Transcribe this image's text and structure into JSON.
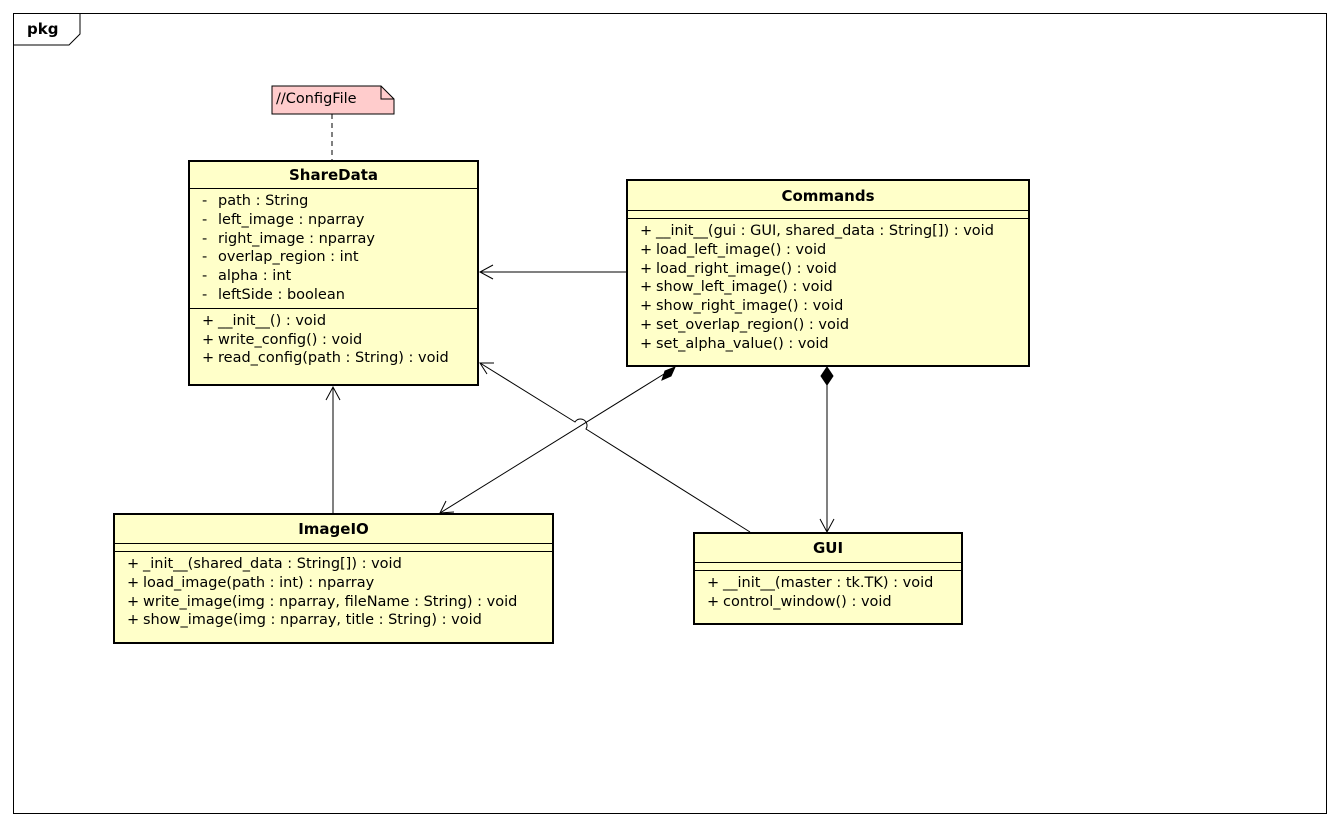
{
  "frame": {
    "label": "pkg"
  },
  "note": {
    "text": "//ConfigFile",
    "fill": "#ffcccc"
  },
  "colors": {
    "class_fill": "#ffffc9",
    "note_fill": "#ffcccc",
    "line": "#000000"
  },
  "classes": {
    "sharedata": {
      "name": "ShareData",
      "attributes": [
        {
          "vis": "-",
          "text": "path : String"
        },
        {
          "vis": "-",
          "text": "left_image : nparray"
        },
        {
          "vis": "-",
          "text": "right_image : nparray"
        },
        {
          "vis": "-",
          "text": "overlap_region : int"
        },
        {
          "vis": "-",
          "text": "alpha : int"
        },
        {
          "vis": "-",
          "text": "leftSide : boolean"
        }
      ],
      "operations": [
        {
          "vis": "+",
          "text": "__init__() : void"
        },
        {
          "vis": "+",
          "text": "write_config() : void"
        },
        {
          "vis": "+",
          "text": "read_config(path : String) : void"
        }
      ]
    },
    "commands": {
      "name": "Commands",
      "attributes": [],
      "operations": [
        {
          "vis": "+",
          "text": "__init__(gui : GUI, shared_data : String[]) : void"
        },
        {
          "vis": "+",
          "text": "load_left_image() : void"
        },
        {
          "vis": "+",
          "text": "load_right_image() : void"
        },
        {
          "vis": "+",
          "text": "show_left_image() : void"
        },
        {
          "vis": "+",
          "text": "show_right_image() : void"
        },
        {
          "vis": "+",
          "text": "set_overlap_region() : void"
        },
        {
          "vis": "+",
          "text": "set_alpha_value() : void"
        }
      ]
    },
    "imageio": {
      "name": "ImageIO",
      "attributes": [],
      "operations": [
        {
          "vis": "+",
          "text": "_init__(shared_data : String[]) : void"
        },
        {
          "vis": "+",
          "text": "load_image(path : int) : nparray"
        },
        {
          "vis": "+",
          "text": "write_image(img : nparray, fileName : String) : void"
        },
        {
          "vis": "+",
          "text": "show_image(img : nparray, title : String) : void"
        }
      ]
    },
    "gui": {
      "name": "GUI",
      "attributes": [],
      "operations": [
        {
          "vis": "+",
          "text": "__init__(master : tk.TK) : void"
        },
        {
          "vis": "+",
          "text": "control_window() : void"
        }
      ]
    }
  },
  "relationships": [
    {
      "from": "commands",
      "to": "sharedata",
      "kind": "association"
    },
    {
      "from": "imageio",
      "to": "sharedata",
      "kind": "association"
    },
    {
      "from": "gui",
      "to": "sharedata",
      "kind": "association"
    },
    {
      "from": "commands",
      "to": "imageio",
      "kind": "composition"
    },
    {
      "from": "commands",
      "to": "gui",
      "kind": "composition"
    },
    {
      "from": "note",
      "to": "sharedata",
      "kind": "note-anchor"
    }
  ]
}
